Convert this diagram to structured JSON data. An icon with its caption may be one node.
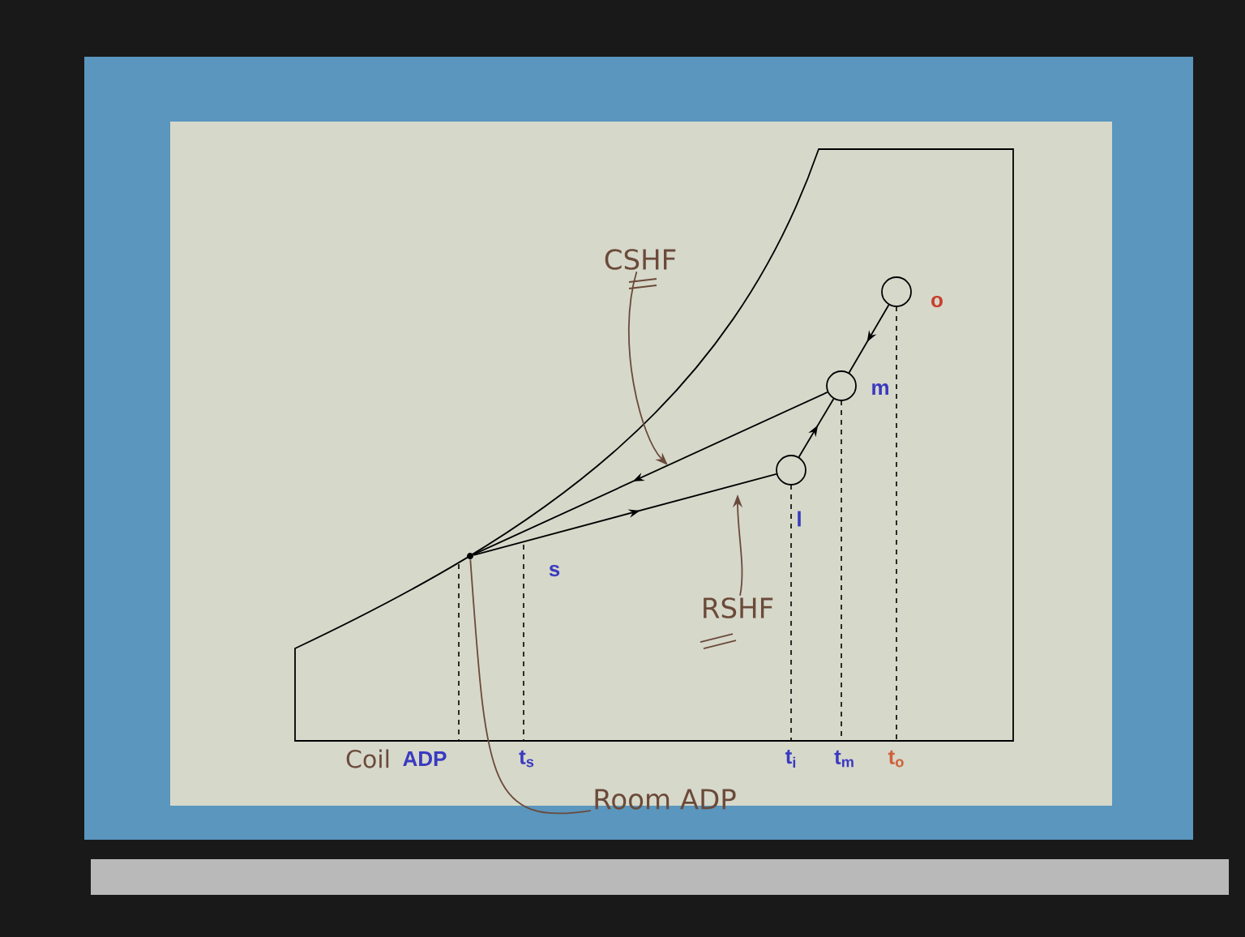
{
  "diagram": {
    "nodes": [
      {
        "text": [],
        "shape": "circle",
        "beside": [
          "o"
        ]
      },
      {
        "text": [],
        "shape": "circle",
        "beside": [
          "m"
        ]
      },
      {
        "text": [],
        "shape": "circle",
        "beside": [
          "l"
        ]
      },
      {
        "text": [],
        "shape": "dot"
      },
      {
        "text": [
          "CSHF"
        ]
      },
      {
        "text": [
          "RSHF"
        ]
      },
      {
        "text": [
          "Room ADP"
        ]
      }
    ],
    "edges": [
      {
        "from": 0,
        "to": 1,
        "arrow": "to"
      },
      {
        "from": 2,
        "to": 1,
        "arrow": "to"
      },
      {
        "from": 1,
        "to": 3,
        "arrow": "to"
      },
      {
        "from": 3,
        "to": 2,
        "arrow": "to"
      },
      {
        "from": 4,
        "to": null,
        "arrow": "to",
        "color": "#6b4a3a"
      },
      {
        "from": 5,
        "to": null,
        "arrow": "to",
        "color": "#6b4a3a"
      },
      {
        "from": 6,
        "to": 3,
        "arrow": "none",
        "color": "#6b4a3a"
      }
    ],
    "labels": [
      "s",
      "Coil",
      "ADP",
      "t$_{s}$",
      "t$_{i}$",
      "t$_{m}$",
      "t$_{o}$"
    ]
  }
}
